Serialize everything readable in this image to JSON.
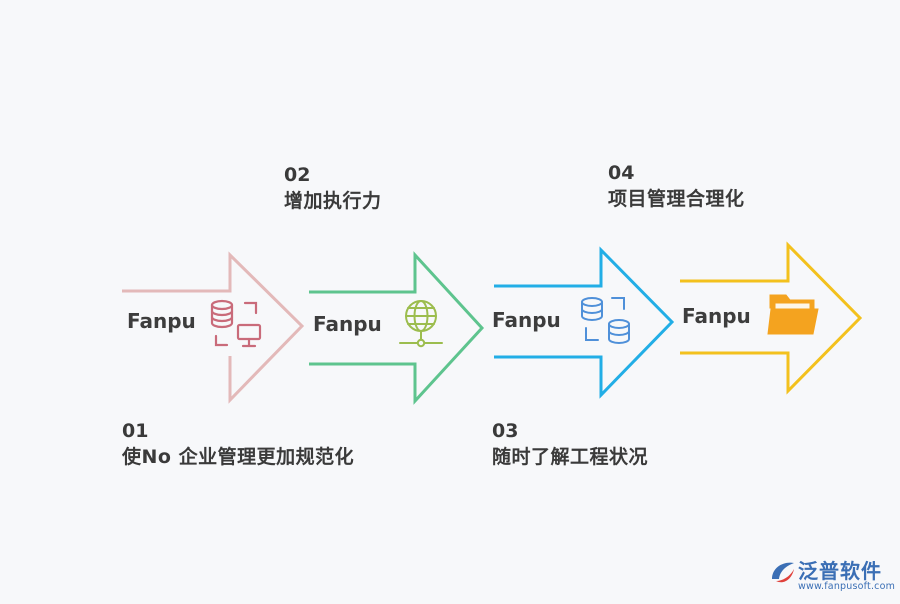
{
  "steps": [
    {
      "num": "01",
      "text": "使No 企业管理更加规范化",
      "brand": "Fanpu",
      "color": "#e3b9b9",
      "icon_color": "#c96b7a",
      "icon": "database-monitor-icon"
    },
    {
      "num": "02",
      "text": "增加执行力",
      "brand": "Fanpu",
      "color": "#5ec48e",
      "icon_color": "#9cbd4e",
      "icon": "globe-network-icon"
    },
    {
      "num": "03",
      "text": "随时了解工程状况",
      "brand": "Fanpu",
      "color": "#22aee6",
      "icon_color": "#4f90d9",
      "icon": "database-sync-icon"
    },
    {
      "num": "04",
      "text": "项目管理合理化",
      "brand": "Fanpu",
      "color": "#f3c11d",
      "icon_color": "#f4a31f",
      "icon": "folder-icon"
    }
  ],
  "logo": {
    "name": "泛普软件",
    "url": "www.fanpusoft.com",
    "color": "#3b6fb5"
  }
}
